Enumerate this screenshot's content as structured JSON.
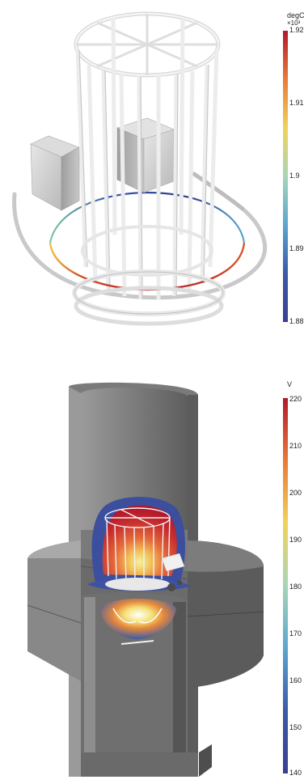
{
  "top_view": {
    "unit": "degC",
    "multiplier": "×10³",
    "ticks": [
      "1.92",
      "1.91",
      "1.9",
      "1.89",
      "1.88"
    ],
    "colormap": [
      "#b2182b",
      "#e87a3a",
      "#f0d35a",
      "#a8d5b8",
      "#5ba6cf",
      "#3a5aa8",
      "#3b3f8f"
    ]
  },
  "bottom_view": {
    "unit": "V",
    "ticks": [
      "220",
      "210",
      "200",
      "190",
      "180",
      "170",
      "160",
      "150",
      "140"
    ],
    "colormap": [
      "#b2182b",
      "#e87a3a",
      "#f0d35a",
      "#a8d5b8",
      "#5ba6cf",
      "#3a5aa8",
      "#3b3f8f"
    ]
  }
}
